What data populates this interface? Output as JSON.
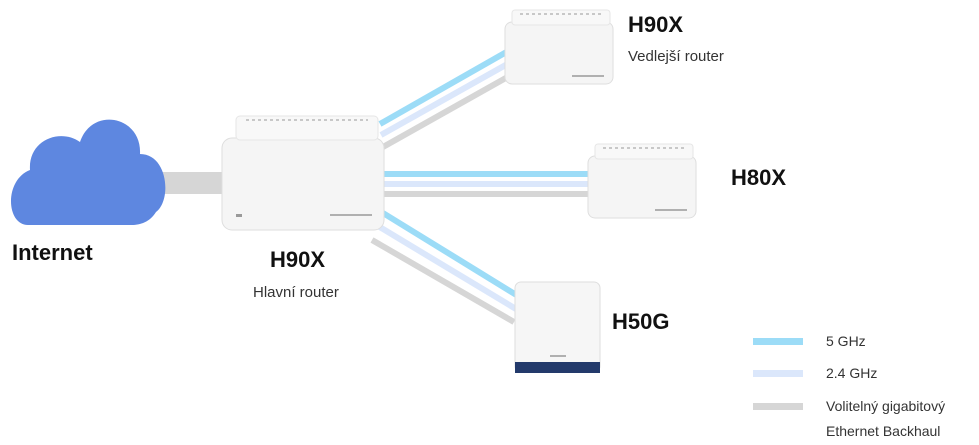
{
  "nodes": {
    "internet": {
      "label": "Internet"
    },
    "main": {
      "label": "H90X",
      "role": "Hlavní router"
    },
    "sat1": {
      "label": "H90X",
      "role": "Vedlejší router"
    },
    "sat2": {
      "label": "H80X"
    },
    "sat3": {
      "label": "H50G"
    }
  },
  "legend": {
    "ghz5": "5 GHz",
    "ghz24": "2.4 GHz",
    "ethernet_line1": "Volitelný gigabitový",
    "ethernet_line2": "Ethernet Backhaul"
  },
  "colors": {
    "ghz5": "#9cdcf7",
    "ghz24": "#dbe7fb",
    "ethernet": "#d6d6d6",
    "cloud": "#5e87e0",
    "device_base": "#233a6b"
  }
}
